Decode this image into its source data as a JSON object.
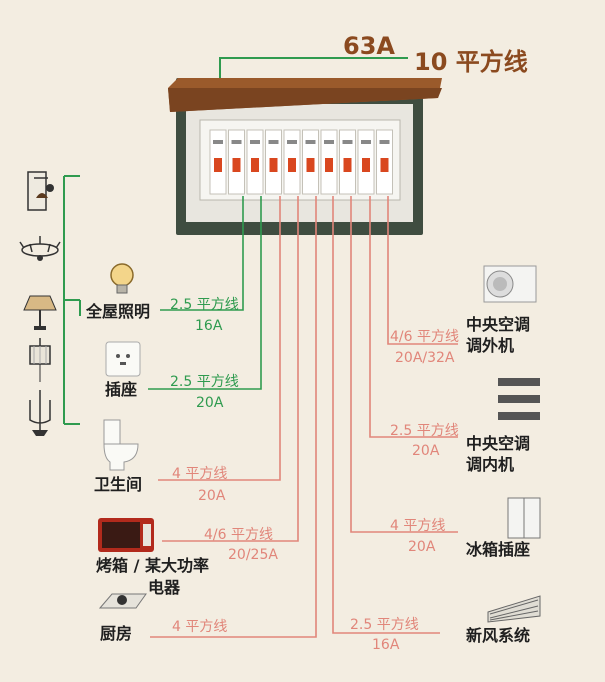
{
  "main_feed": {
    "amperage": "63A",
    "wire": "10 平方线"
  },
  "breaker_count": 10,
  "circuits": [
    {
      "id": "lighting",
      "name": "全屋照明",
      "wire": "2.5 平方线",
      "amperage": "16A",
      "color": "#2f9b4f",
      "icon": "light-bulb-icon"
    },
    {
      "id": "socket",
      "name": "插座",
      "wire": "2.5 平方线",
      "amperage": "20A",
      "color": "#2f9b4f",
      "icon": "wall-socket-icon"
    },
    {
      "id": "bathroom",
      "name": "卫生间",
      "wire": "4 平方线",
      "amperage": "20A",
      "color": "#e1867a",
      "icon": "toilet-icon"
    },
    {
      "id": "oven",
      "name_line1": "烤箱 / 某大功率",
      "name_line2": "电器",
      "wire": "4/6 平方线",
      "amperage": "20/25A",
      "color": "#e1867a",
      "icon": "oven-icon"
    },
    {
      "id": "kitchen",
      "name": "厨房",
      "wire": "4 平方线",
      "amperage": "",
      "color": "#e1867a",
      "icon": "gas-stove-icon"
    },
    {
      "id": "ac_outdoor",
      "name_line1": "中央空调",
      "name_line2": "调外机",
      "wire": "4/6 平方线",
      "amperage": "20A/32A",
      "color": "#e1867a",
      "icon": "ac-outdoor-unit-icon"
    },
    {
      "id": "ac_indoor",
      "name_line1": "中央空调",
      "name_line2": "调内机",
      "wire": "2.5 平方线",
      "amperage": "20A",
      "color": "#e1867a",
      "icon": "ac-indoor-unit-icon"
    },
    {
      "id": "fridge",
      "name": "冰箱插座",
      "wire": "4 平方线",
      "amperage": "20A",
      "color": "#e1867a",
      "icon": "refrigerator-icon"
    },
    {
      "id": "fresh_air",
      "name": "新风系统",
      "wire": "2.5 平方线",
      "amperage": "16A",
      "color": "#e1867a",
      "icon": "fresh-air-vent-icon"
    }
  ],
  "lighting_fixtures": [
    "wall-lamp-icon",
    "chandelier-icon",
    "floor-lamp-icon",
    "pendant-lamp-icon",
    "candelabra-icon"
  ],
  "colors": {
    "background": "#f3ede1",
    "title": "#8b4a1f",
    "green_wire": "#2f9b4f",
    "salmon_wire": "#e1867a",
    "panel_frame": "#4c5a4c",
    "panel_lid": "#9a5a2b"
  }
}
